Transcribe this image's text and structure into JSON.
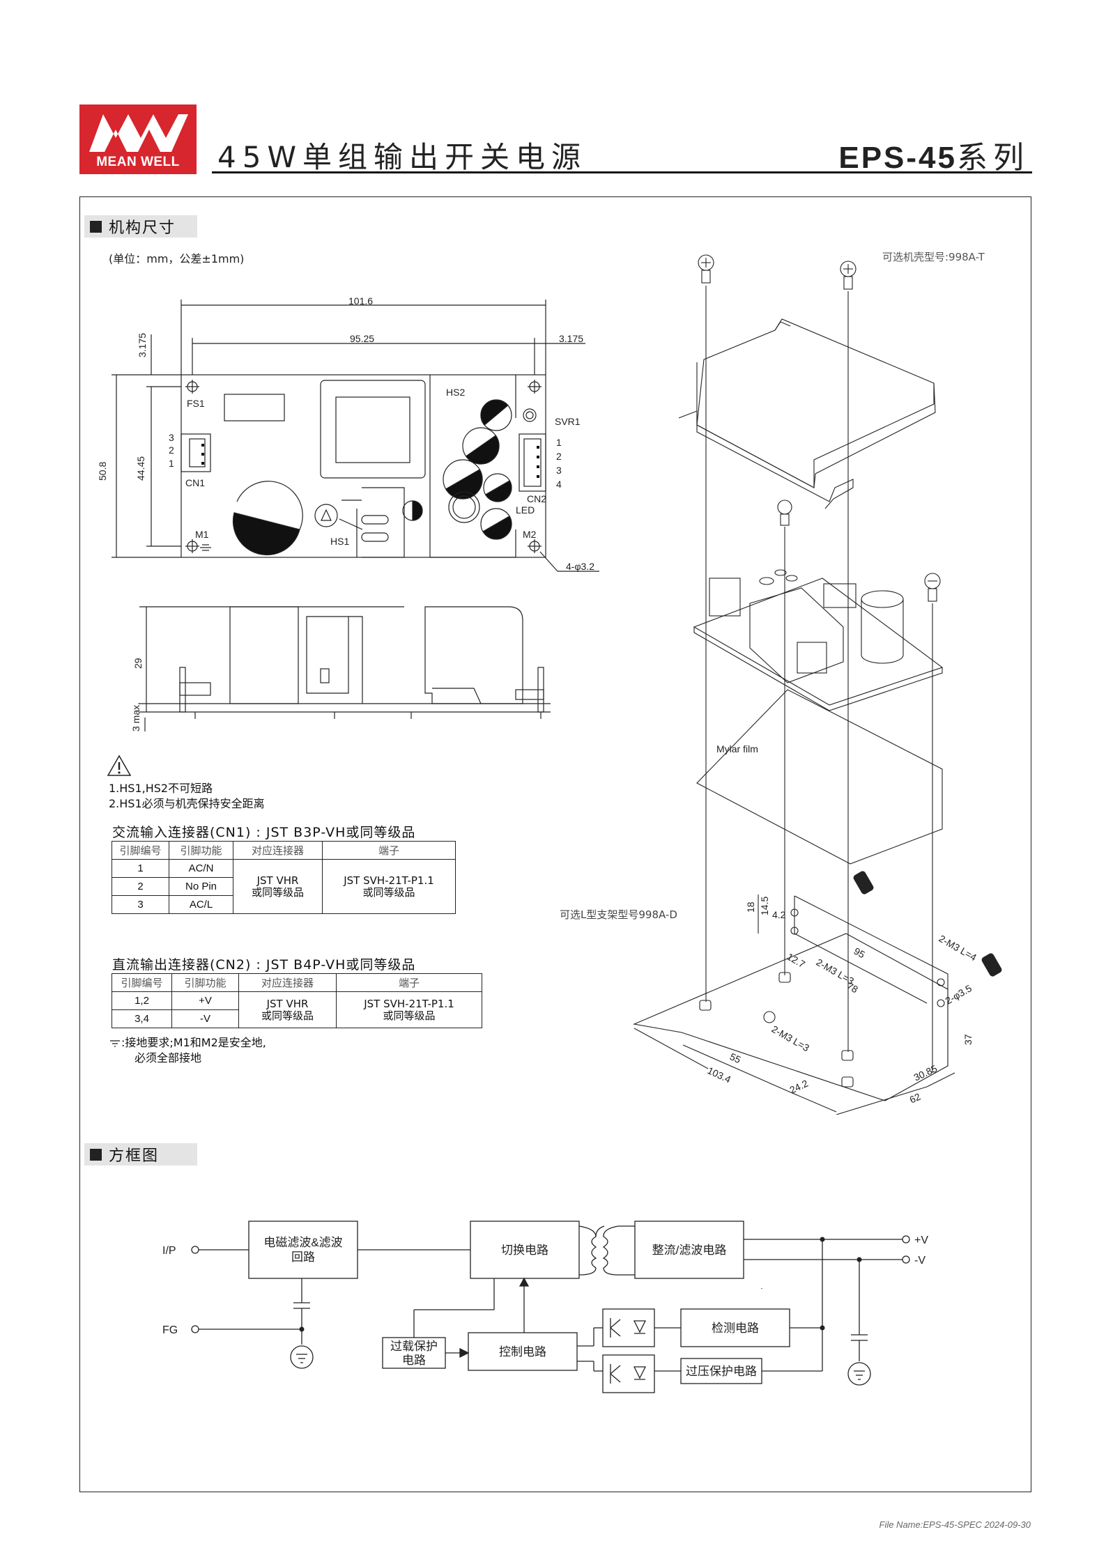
{
  "header": {
    "logo_text": "MEAN WELL",
    "title": "45W单组输出开关电源",
    "model": "EPS-45",
    "model_suffix": "系列"
  },
  "mechanical": {
    "section_title": "机构尺寸",
    "units_note": "(单位：mm，公差±1mm)",
    "optional_case": "可选机壳型号:998A-T",
    "optional_bracket": "可选L型支架型号998A-D",
    "mylar_label": "Mylar film",
    "dims_top": [
      "101.6",
      "95.25",
      "3.175",
      "3.175",
      "50.8",
      "44.45",
      "4-φ3.2"
    ],
    "dims_side": [
      "29",
      "3 max."
    ],
    "board_labels": [
      "FS1",
      "HS2",
      "SVR1",
      "CN1",
      "CN2",
      "LED",
      "M1",
      "M2",
      "HS1"
    ],
    "cn1_pins": [
      "3",
      "2",
      "1"
    ],
    "cn2_pins": [
      "1",
      "2",
      "3",
      "4"
    ],
    "exploded_dims": [
      "18",
      "14.5",
      "4.2",
      "12.7",
      "95",
      "2-M3 L=3",
      "78",
      "2-M3 L=4",
      "2-φ3.5",
      "37",
      "2-M3 L=3",
      "55",
      "103.4",
      "24.2",
      "30.85",
      "62"
    ],
    "warnings": [
      "1.HS1,HS2不可短路",
      "2.HS1必须与机壳保持安全距离"
    ],
    "ground_note": [
      "接地要求;M1和M2是安全地,",
      "必须全部接地"
    ]
  },
  "cn1_table": {
    "caption": "交流输入连接器(CN1) : JST B3P-VH或同等级品",
    "headers": [
      "引脚编号",
      "引脚功能",
      "对应连接器",
      "端子"
    ],
    "rows": [
      [
        "1",
        "AC/N"
      ],
      [
        "2",
        "No Pin"
      ],
      [
        "3",
        "AC/L"
      ]
    ],
    "mating": [
      "JST VHR",
      "或同等级品"
    ],
    "terminal": [
      "JST SVH-21T-P1.1",
      "或同等级品"
    ]
  },
  "cn2_table": {
    "caption": "直流输出连接器(CN2) : JST B4P-VH或同等级品",
    "headers": [
      "引脚编号",
      "引脚功能",
      "对应连接器",
      "端子"
    ],
    "rows": [
      [
        "1,2",
        "+V"
      ],
      [
        "3,4",
        "-V"
      ]
    ],
    "mating": [
      "JST VHR",
      "或同等级品"
    ],
    "terminal": [
      "JST SVH-21T-P1.1",
      "或同等级品"
    ]
  },
  "block_diagram": {
    "section_title": "方框图",
    "input_ip": "I/P",
    "input_fg": "FG",
    "out_pos": "+V",
    "out_neg": "-V",
    "emi": [
      "电磁滤波&滤波",
      "回路"
    ],
    "switching": "切换电路",
    "rectifier": "整流/滤波电路",
    "detection": "检测电路",
    "overload": [
      "过载保护",
      "电路"
    ],
    "control": "控制电路",
    "ovp": "过压保护电路"
  },
  "footer": "File Name:EPS-45-SPEC   2024-09-30"
}
